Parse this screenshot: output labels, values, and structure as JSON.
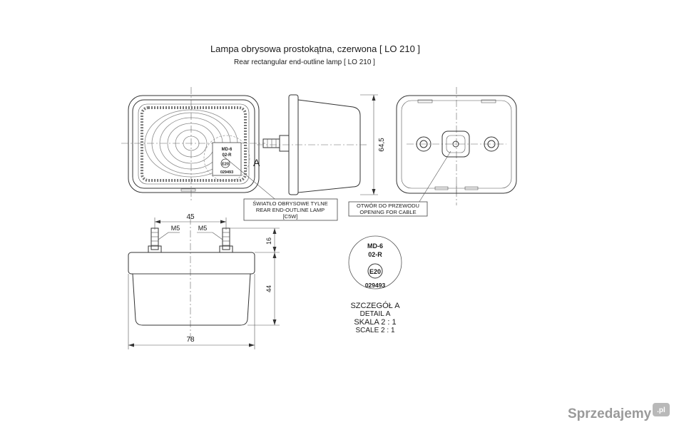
{
  "title": "Lampa obrysowa prostokątna, czerwona [ LO 210 ]",
  "subtitle": "Rear rectangular end-outline lamp [ LO 210 ]",
  "front_view": {
    "marking": [
      "MD-6",
      "02-R",
      "E20",
      "029493"
    ],
    "detail_marker": "A"
  },
  "side_view": {
    "height_dim": "64,5"
  },
  "callouts": {
    "lamp_label": [
      "ŚWIATŁO OBRYSOWE TYLNE",
      "REAR END-OUTLINE LAMP",
      "[C5W]"
    ],
    "cable_label": [
      "OTWÓR DO PRZEWODU",
      "OPENING FOR CABLE"
    ]
  },
  "bottom_view": {
    "dim_bolt_spacing": "45",
    "thread_left": "M5",
    "thread_right": "M5",
    "dim_bolt_height": "16",
    "dim_body_height": "44",
    "dim_width": "78"
  },
  "detail": {
    "marking": [
      "MD-6",
      "02-R",
      "E20",
      "029493"
    ],
    "caption": [
      "SZCZEGÓŁ A",
      "DETAIL A",
      "SKALA 2 : 1",
      "SCALE 2 : 1"
    ]
  },
  "watermark": {
    "text": "Sprzedajemy",
    "badge": ".pl"
  }
}
